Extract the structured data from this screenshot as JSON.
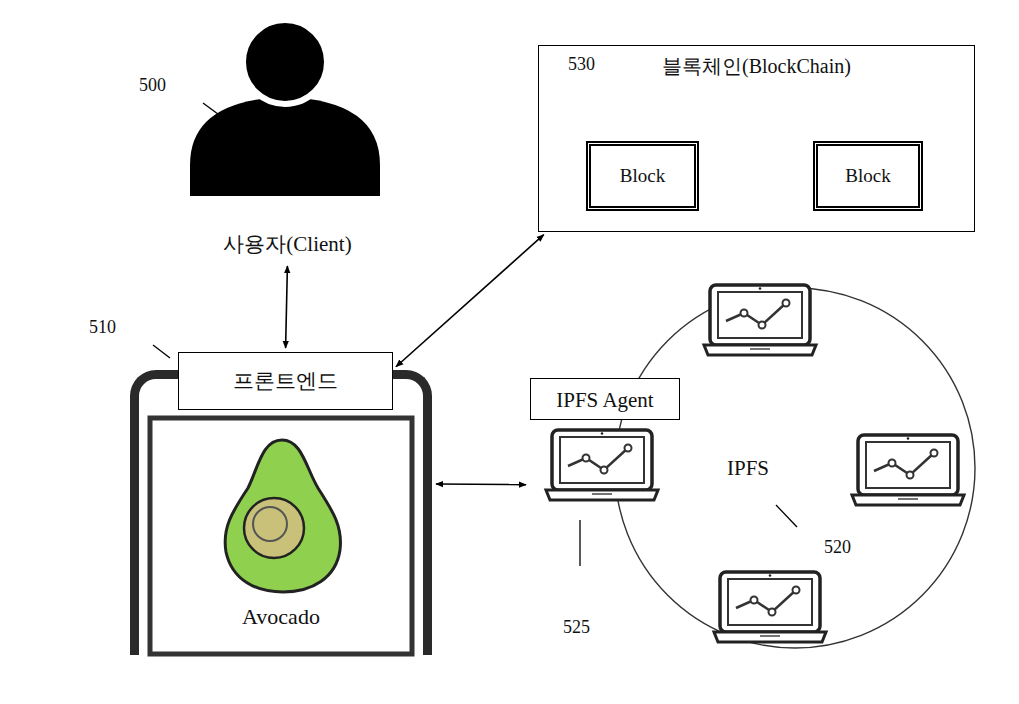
{
  "diagram": {
    "nodes": [
      {
        "text": [
          "사용자(Client)"
        ]
      },
      {
        "text": [
          "프론트엔드"
        ]
      },
      {
        "text": [
          "Avocado"
        ]
      },
      {
        "text": [
          "블록체인(BlockChain)"
        ]
      },
      {
        "text": [
          "Block"
        ],
        "in": 3
      },
      {
        "text": [
          "Block"
        ],
        "in": 3
      },
      {
        "text": [
          "IPFS"
        ]
      },
      {
        "text": [
          "IPFS Agent"
        ]
      }
    ],
    "edges": [
      {
        "from": 0,
        "to": 1,
        "arrow": "both"
      },
      {
        "from": 1,
        "to": 3,
        "arrow": "both"
      },
      {
        "from": 2,
        "to": 7,
        "arrow": "both"
      },
      {
        "from": 5,
        "to": 4,
        "arrow": "to"
      }
    ],
    "labels": [
      "500",
      "510",
      "530",
      "520",
      "525"
    ]
  }
}
